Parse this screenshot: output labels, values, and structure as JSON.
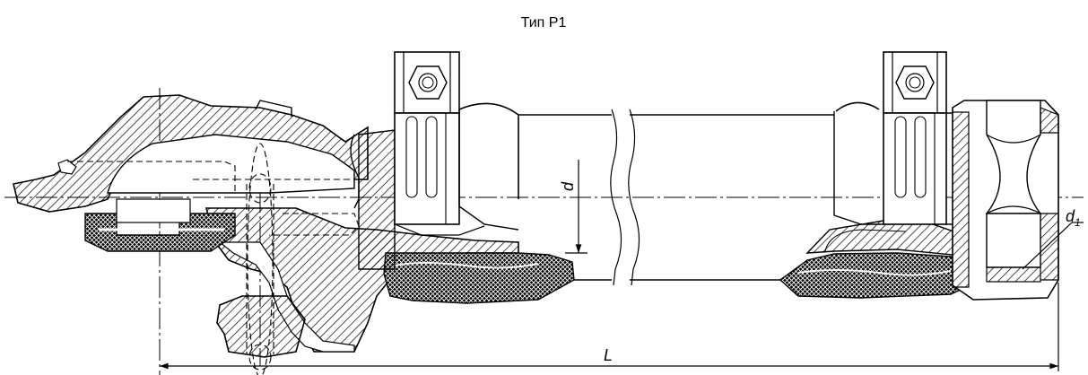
{
  "title": "Тип Р1",
  "labels": {
    "d": "d",
    "d1_main": "d",
    "d1_sub": "1",
    "L": "L"
  }
}
